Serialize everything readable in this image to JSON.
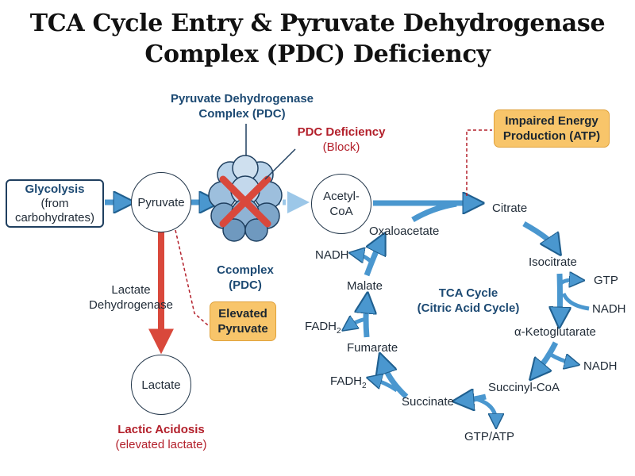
{
  "title": {
    "line1": "TCA Cycle Entry & Pyruvate Dehydrogenase",
    "line2": "Complex (PDC) Deficiency"
  },
  "pdc_label": {
    "line1": "Pyruvate Dehydrogenase",
    "line2": "Complex (PDC)"
  },
  "pdc_deficiency": {
    "title": "PDC Deficiency",
    "sub": "(Block)"
  },
  "impaired": {
    "line1": "Impaired Energy",
    "line2": "Production (ATP)"
  },
  "glycolysis": {
    "line1": "Glycolysis",
    "line2": "(from",
    "line3": "carbohydrates)"
  },
  "nodes": {
    "pyruvate": "Pyruvate",
    "acetyl_line1": "Acetyl-",
    "acetyl_line2": "CoA",
    "lactate": "Lactate"
  },
  "complex_label": {
    "line1": "Ccomplex",
    "line2": "(PDC)"
  },
  "ldh": {
    "line1": "Lactate",
    "line2": "Dehydrogenase"
  },
  "elevated_pyruvate": {
    "line1": "Elevated",
    "line2": "Pyruvate"
  },
  "lactic": {
    "title": "Lactic Acidosis",
    "sub": "(elevated lactate)"
  },
  "cycle": {
    "center_line1": "TCA Cycle",
    "center_line2": "(Citric Acid Cycle)",
    "citrate": "Citrate",
    "isocitrate": "Isocitrate",
    "akg": "α-Ketoglutarate",
    "succinyl": "Succinyl-CoA",
    "succinate": "Succinate",
    "fumarate": "Fumarate",
    "malate": "Malate",
    "oxaloacetate": "Oxaloacetate"
  },
  "products": {
    "gtp": "GTP",
    "nadh_iso": "NADH",
    "nadh_akg": "NADH",
    "gtp_atp": "GTP/ATP",
    "fadh_succ": "FADH",
    "fadh_fum": "FADH",
    "fadh_sub": "2",
    "nadh_mal": "NADH"
  },
  "colors": {
    "arrow_blue": "#4a97cf",
    "arrow_outline": "#1f5f8f",
    "red": "#d9483b",
    "orange_box": "#f8c56a",
    "navy_text": "#1d4a73"
  }
}
